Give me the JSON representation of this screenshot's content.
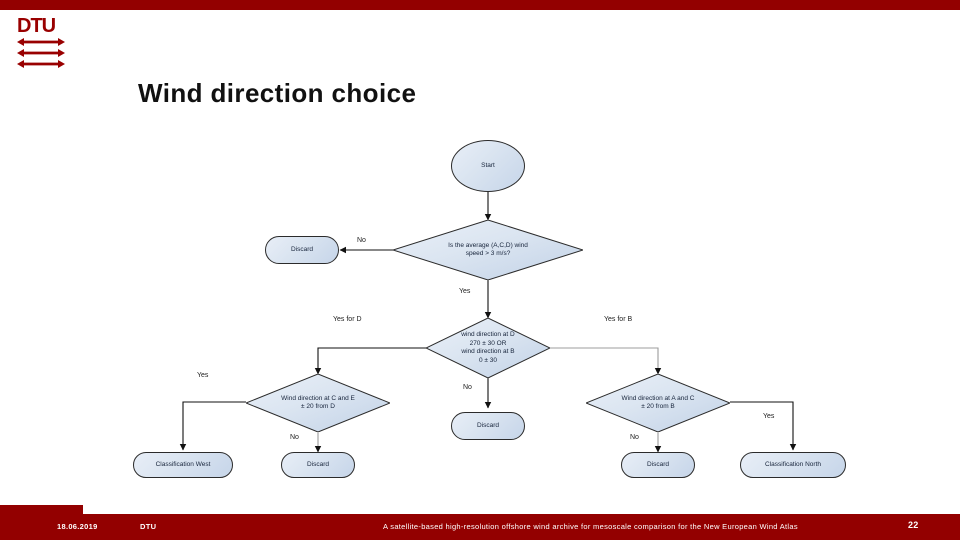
{
  "brand": {
    "logo_text": "DTU",
    "accent_color": "#990000"
  },
  "slide": {
    "title": "Wind direction choice"
  },
  "footer": {
    "date": "18.06.2019",
    "org": "DTU",
    "title": "A satellite-based high-resolution offshore wind archive for mesoscale comparison for the New European Wind Atlas",
    "page": "22"
  },
  "chart_data": {
    "type": "diagram",
    "title": "Wind direction choice",
    "nodes": [
      {
        "id": "start",
        "shape": "ellipse",
        "label": "Start"
      },
      {
        "id": "d1",
        "shape": "diamond",
        "label": "Is the average (A,C,D) wind speed > 3 m/s?"
      },
      {
        "id": "discard1",
        "shape": "rounded",
        "label": "Discard"
      },
      {
        "id": "d2",
        "shape": "diamond",
        "label": "wind direction at D 270 ± 30 OR wind direction at B 0 ± 30"
      },
      {
        "id": "d3",
        "shape": "diamond",
        "label": "Wind direction at C and E ± 20 from D"
      },
      {
        "id": "d4",
        "shape": "diamond",
        "label": "Wind direction at A and C ± 20 from B"
      },
      {
        "id": "discard2",
        "shape": "rounded",
        "label": "Discard"
      },
      {
        "id": "discard3",
        "shape": "rounded",
        "label": "Discard"
      },
      {
        "id": "discard4",
        "shape": "rounded",
        "label": "Discard"
      },
      {
        "id": "classwest",
        "shape": "rounded",
        "label": "Classification West"
      },
      {
        "id": "classnorth",
        "shape": "rounded",
        "label": "Classification North"
      }
    ],
    "edge_labels": [
      {
        "id": "e_no1",
        "label": "No"
      },
      {
        "id": "e_yes1",
        "label": "Yes"
      },
      {
        "id": "e_yesD",
        "label": "Yes for D"
      },
      {
        "id": "e_yesB",
        "label": "Yes for B"
      },
      {
        "id": "e_yes_left",
        "label": "Yes"
      },
      {
        "id": "e_no_mid",
        "label": "No"
      },
      {
        "id": "e_no_left",
        "label": "No"
      },
      {
        "id": "e_no_right",
        "label": "No"
      },
      {
        "id": "e_yes_right",
        "label": "Yes"
      }
    ],
    "node_labels": {
      "d2_line1": "wind direction at D",
      "d2_line2": "270 ± 30 OR",
      "d2_line3": "wind direction at B",
      "d2_line4": "0 ± 30",
      "d1_line1": "Is the average (A,C,D) wind",
      "d1_line2": "speed > 3 m/s?",
      "d3_line1": "Wind direction at C and E",
      "d3_line2": "± 20 from D",
      "d4_line1": "Wind direction at A and C",
      "d4_line2": "± 20 from B"
    }
  }
}
